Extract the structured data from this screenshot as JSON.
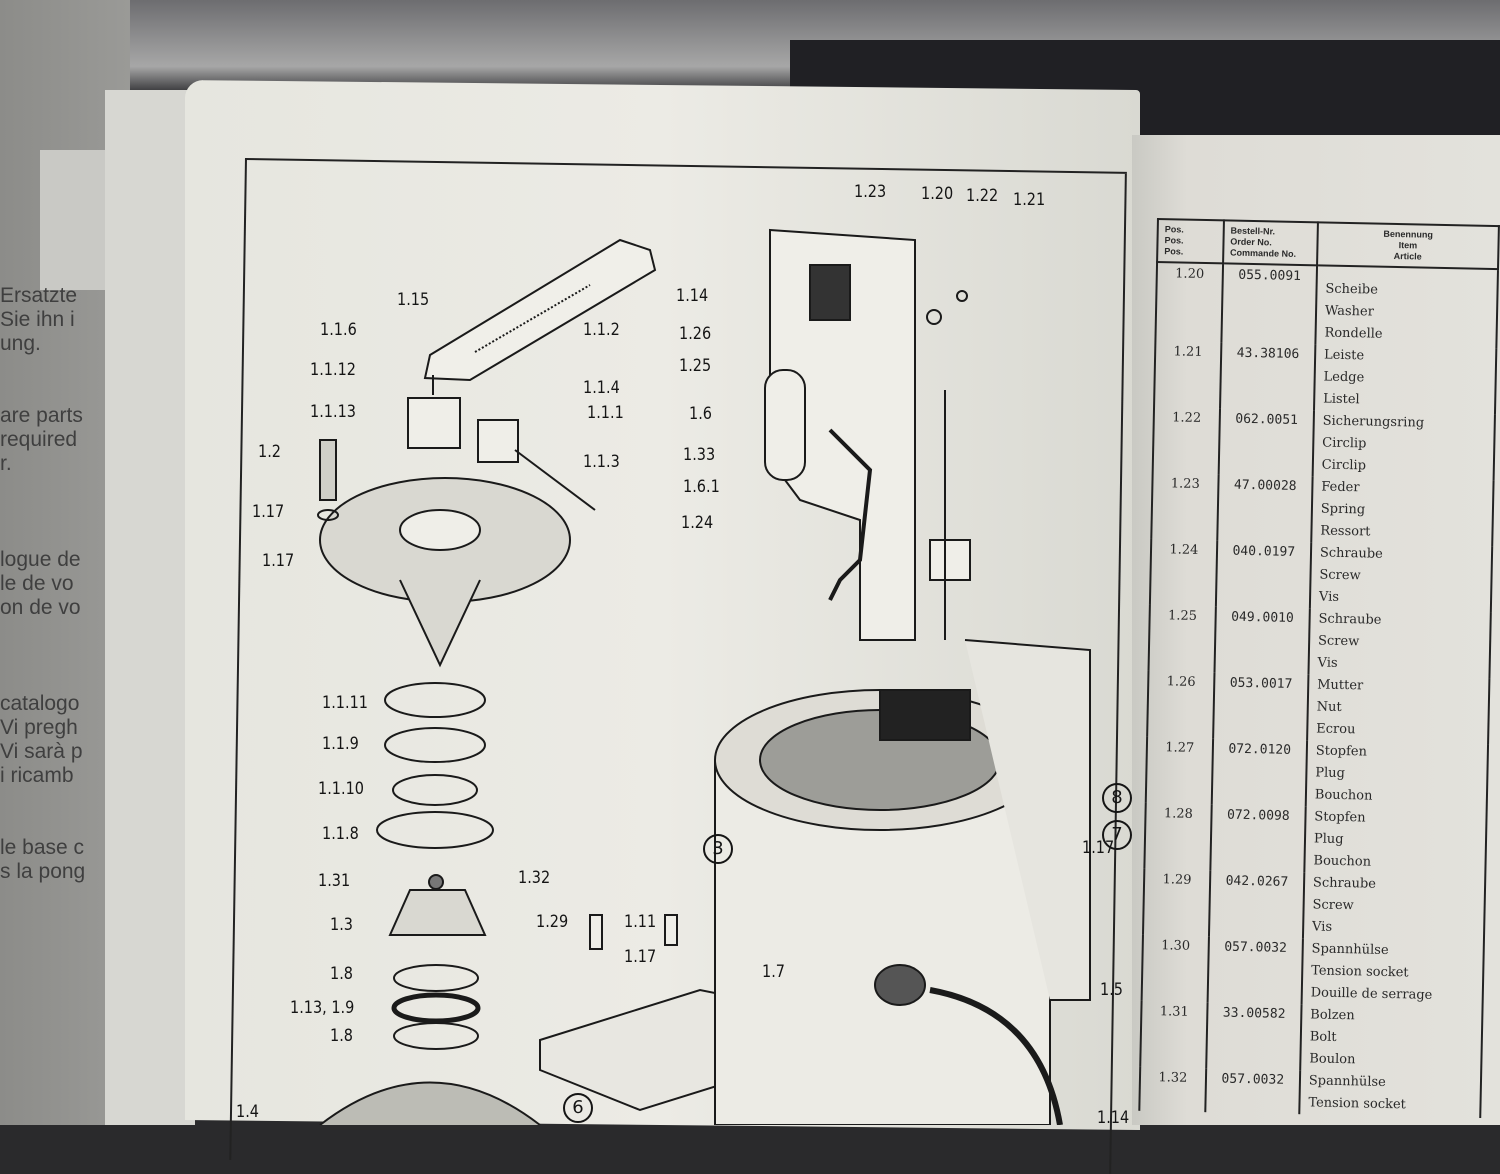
{
  "left_page": {
    "lines": [
      "Ersatzte",
      "Sie ihn i",
      "ung.",
      "",
      "",
      "are parts",
      "required",
      "r.",
      "",
      "",
      "",
      "logue de",
      "le de vo",
      "on de vo",
      "",
      "",
      "",
      "catalogo",
      "Vi pregh",
      "Vi sarà p",
      "i ricamb",
      "",
      "",
      "le base c",
      "s la pong"
    ]
  },
  "diagram": {
    "callouts": [
      "1.15",
      "1.1.6",
      "1.1.2",
      "1.14",
      "1.1.12",
      "1.1.4",
      "1.1.13",
      "1.1.1",
      "1.2",
      "1.1.3",
      "1.17",
      "1.17",
      "1.1.11",
      "1.1.9",
      "1.1.10",
      "1.1.8",
      "1.31",
      "1.32",
      "1.3",
      "1.8",
      "1.13, 1.9",
      "1.8",
      "1.4",
      "1.29",
      "1.11",
      "1.17",
      "1.7",
      "1.23",
      "1.20",
      "1.22",
      "1.21",
      "1.26",
      "1.25",
      "1.6",
      "1.33",
      "1.6.1",
      "1.24",
      "1.17",
      "1.5",
      "1.14"
    ],
    "circled": [
      "3",
      "8",
      "7",
      "6"
    ]
  },
  "parts_table": {
    "headers": {
      "pos": [
        "Pos.",
        "Pos.",
        "Pos."
      ],
      "order": [
        "Bestell-Nr.",
        "Order No.",
        "Commande No."
      ],
      "name": [
        "Benennung",
        "Item",
        "Article"
      ]
    },
    "rows": [
      {
        "pos": "1.20",
        "order": "055.0091",
        "names": [
          "Scheibe",
          "Washer",
          "Rondelle"
        ]
      },
      {
        "pos": "1.21",
        "order": "43.38106",
        "names": [
          "Leiste",
          "Ledge",
          "Listel"
        ]
      },
      {
        "pos": "1.22",
        "order": "062.0051",
        "names": [
          "Sicherungsring",
          "Circlip",
          "Circlip"
        ]
      },
      {
        "pos": "1.23",
        "order": "47.00028",
        "names": [
          "Feder",
          "Spring",
          "Ressort"
        ]
      },
      {
        "pos": "1.24",
        "order": "040.0197",
        "names": [
          "Schraube",
          "Screw",
          "Vis"
        ]
      },
      {
        "pos": "1.25",
        "order": "049.0010",
        "names": [
          "Schraube",
          "Screw",
          "Vis"
        ]
      },
      {
        "pos": "1.26",
        "order": "053.0017",
        "names": [
          "Mutter",
          "Nut",
          "Ecrou"
        ]
      },
      {
        "pos": "1.27",
        "order": "072.0120",
        "names": [
          "Stopfen",
          "Plug",
          "Bouchon"
        ]
      },
      {
        "pos": "1.28",
        "order": "072.0098",
        "names": [
          "Stopfen",
          "Plug",
          "Bouchon"
        ]
      },
      {
        "pos": "1.29",
        "order": "042.0267",
        "names": [
          "Schraube",
          "Screw",
          "Vis"
        ]
      },
      {
        "pos": "1.30",
        "order": "057.0032",
        "names": [
          "Spannhülse",
          "Tension socket",
          "Douille de serrage"
        ]
      },
      {
        "pos": "1.31",
        "order": "33.00582",
        "names": [
          "Bolzen",
          "Bolt",
          "Boulon"
        ]
      },
      {
        "pos": "1.32",
        "order": "057.0032",
        "names": [
          "Spannhülse",
          "Tension socket"
        ]
      }
    ]
  }
}
